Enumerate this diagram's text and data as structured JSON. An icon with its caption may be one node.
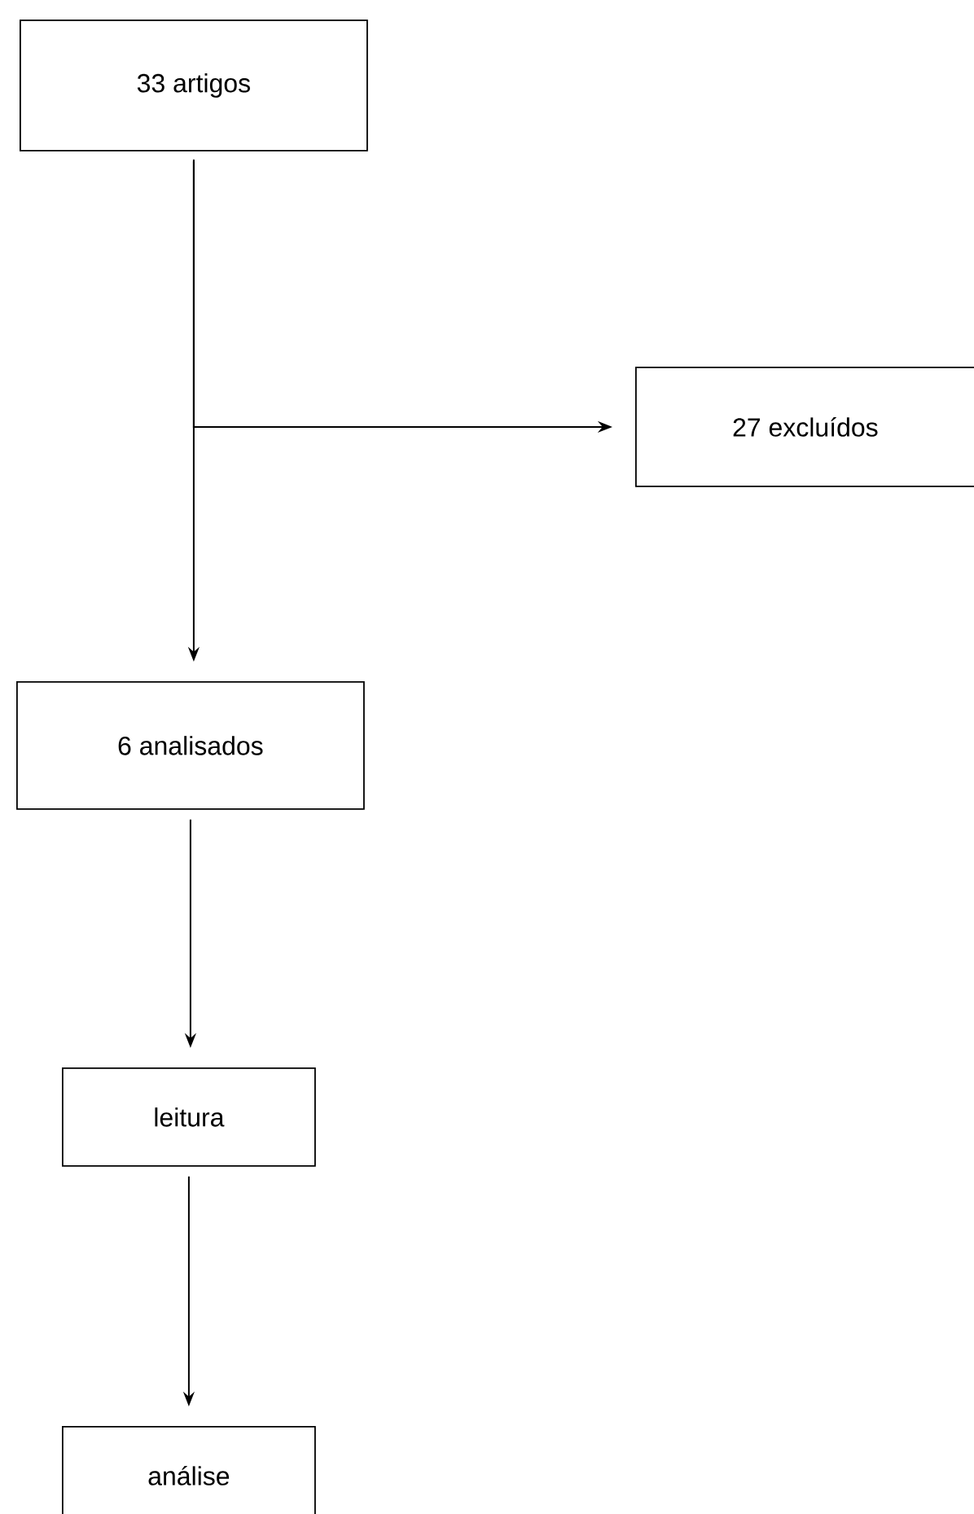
{
  "diagram": {
    "nodes": [
      {
        "text": [
          "33 artigos"
        ]
      },
      {
        "text": [
          "27 excluídos"
        ]
      },
      {
        "text": [
          "6 analisados"
        ]
      },
      {
        "text": [
          "leitura"
        ]
      },
      {
        "text": [
          "análise"
        ]
      }
    ],
    "edges": [
      {
        "from": 0,
        "to": 2,
        "arrow": "to"
      },
      {
        "from": 0,
        "to": 1,
        "arrow": "to"
      },
      {
        "from": 2,
        "to": 3,
        "arrow": "to"
      },
      {
        "from": 3,
        "to": 4,
        "arrow": "to"
      }
    ]
  }
}
